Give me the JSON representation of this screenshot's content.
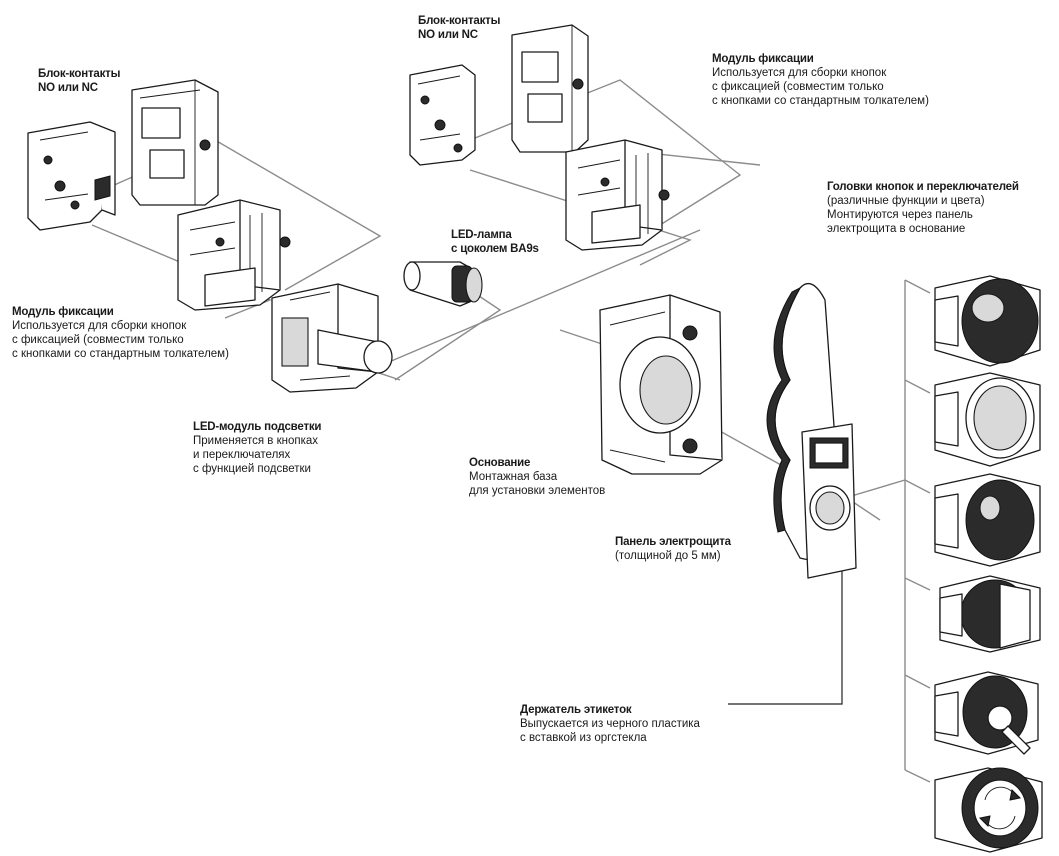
{
  "labels": {
    "contact_block_left": {
      "title": "Блок-контакты\nNO или NC",
      "desc": ""
    },
    "contact_block_top": {
      "title": "Блок-контакты\nNO или NC",
      "desc": ""
    },
    "latch_module_top": {
      "title": "Модуль фиксации",
      "desc": "Используется для сборки кнопок\nс фиксацией (совместим только\nс кнопками со стандартным толкателем)"
    },
    "latch_module_left": {
      "title": "Модуль фиксации",
      "desc": "Используется для сборки кнопок\nс фиксацией (совместим только\nс кнопками со стандартным толкателем)"
    },
    "heads": {
      "title": "Головки кнопок и переключателей",
      "desc": "(различные функции и цвета)\nМонтируются через панель\nэлектрощита в основание"
    },
    "led_lamp": {
      "title": "LED-лампа\nс цоколем BA9s",
      "desc": ""
    },
    "led_module": {
      "title": "LED-модуль подсветки",
      "desc": "Применяется в кнопках\nи переключателях\nс функцией подсветки"
    },
    "base": {
      "title": "Основание",
      "desc": "Монтажная база\nдля установки элементов"
    },
    "panel": {
      "title": "Панель электрощита",
      "desc": "(толщиной до 5 мм)"
    },
    "label_holder": {
      "title": "Держатель этикеток",
      "desc": "Выпускается из черного пластика\nс вставкой из оргстекла"
    }
  },
  "icons": {
    "contact_block": "contact-block-icon",
    "latch_module": "latch-module-icon",
    "led_lamp": "led-lamp-icon",
    "led_module": "led-module-icon",
    "base": "mounting-base-icon",
    "panel": "panel-section-icon",
    "label_holder": "label-holder-icon",
    "heads": [
      "flush-pushbutton-icon",
      "illuminated-pushbutton-icon",
      "extended-pushbutton-icon",
      "selector-switch-icon",
      "key-switch-icon",
      "emergency-stop-icon"
    ]
  },
  "colors": {
    "line_grey": "#8c8c8c",
    "line_black": "#222222",
    "part_dark": "#2b2b2b"
  }
}
